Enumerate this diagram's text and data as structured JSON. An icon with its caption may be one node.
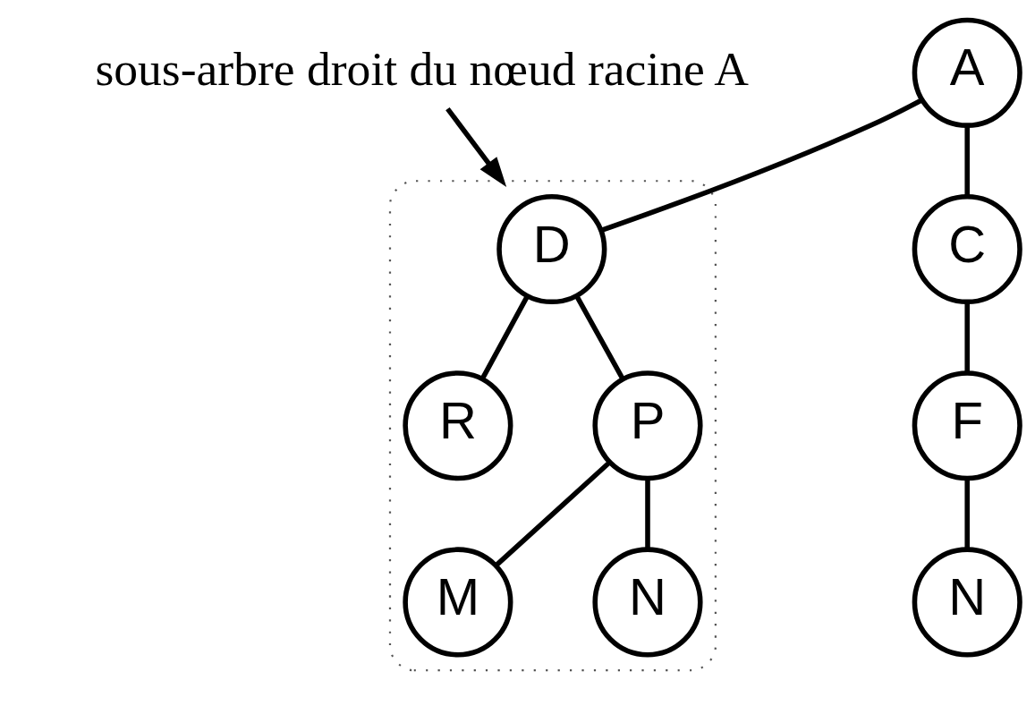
{
  "diagram": {
    "nodes": [
      {
        "text": [
          "A"
        ]
      },
      {
        "text": [
          "C"
        ]
      },
      {
        "text": [],
        "shape": "oval"
      },
      {
        "text": [
          "D"
        ],
        "in": 2
      },
      {
        "text": [
          "F"
        ]
      },
      {
        "text": [
          "R"
        ],
        "in": 2
      },
      {
        "text": [
          "P"
        ],
        "in": 2
      },
      {
        "text": [
          "N"
        ]
      },
      {
        "text": [
          "M"
        ],
        "in": 2
      },
      {
        "text": [
          "N"
        ],
        "in": 2
      },
      {
        "text": [
          "sous-arbre droit du nœud racine A"
        ]
      }
    ],
    "edges": [
      {
        "from": 0,
        "to": 1,
        "arrow": "none"
      },
      {
        "from": 0,
        "to": 3,
        "arrow": "none"
      },
      {
        "from": 1,
        "to": 4,
        "arrow": "none"
      },
      {
        "from": 3,
        "to": 5,
        "arrow": "none"
      },
      {
        "from": 3,
        "to": 6,
        "arrow": "none"
      },
      {
        "from": 4,
        "to": 7,
        "arrow": "none"
      },
      {
        "from": 6,
        "to": 8,
        "arrow": "none"
      },
      {
        "from": 6,
        "to": 9,
        "arrow": "none"
      },
      {
        "from": 10,
        "to": 2,
        "arrow": "to"
      }
    ]
  }
}
